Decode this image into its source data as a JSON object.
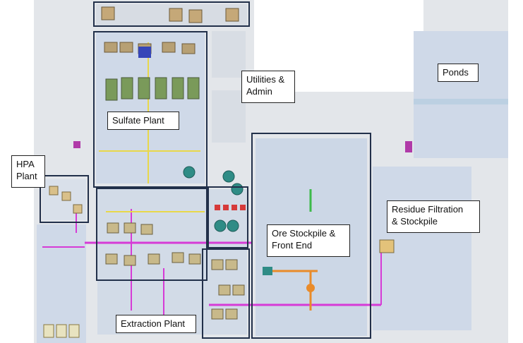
{
  "labels": {
    "utilities": "Utilities &\nAdmin",
    "ponds": "Ponds",
    "sulfate": "Sulfate Plant",
    "hpa": "HPA\nPlant",
    "residue": "Residue Filtration\n& Stockpile",
    "ore": "Ore Stockpile &\nFront End",
    "extraction": "Extraction Plant"
  },
  "colors": {
    "ground": "#e3e6ea",
    "pad": "#cfd9e8",
    "outline": "#22304a",
    "pipe_magenta": "#d63bd6",
    "pipe_yellow": "#e8d84a",
    "equip_teal": "#2f8c86",
    "equip_red": "#d63a3a",
    "equip_orange": "#e98b2a",
    "equip_green": "#3dba4a"
  }
}
